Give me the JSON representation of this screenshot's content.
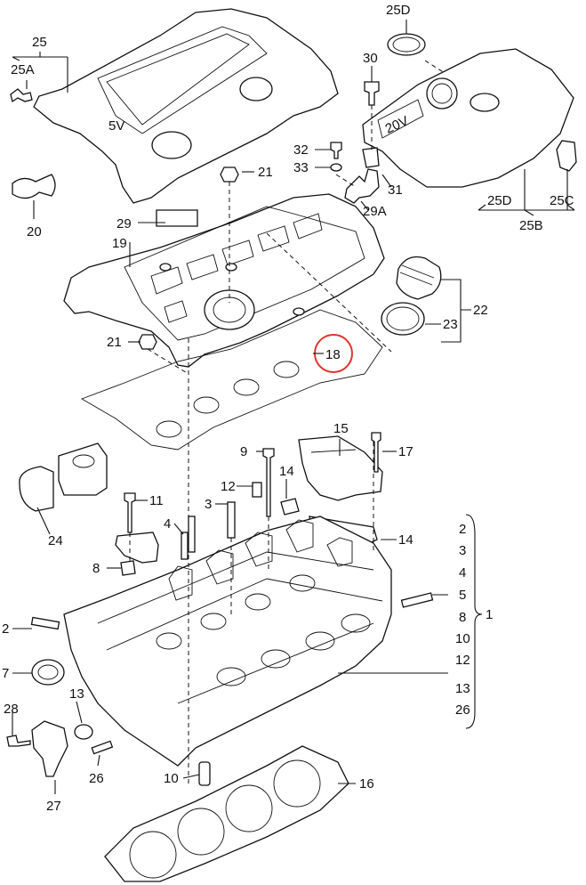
{
  "labels": {
    "p25": "25",
    "p25a": "25A",
    "p20": "20",
    "p29": "29",
    "p19": "19",
    "p21a": "21",
    "p21b": "21",
    "p25d_top": "25D",
    "p30": "30",
    "p32": "32",
    "p33": "33",
    "p31": "31",
    "p29a": "29A",
    "p25d_bot": "25D",
    "p25c": "25C",
    "p25b": "25B",
    "p22": "22",
    "p23": "23",
    "p18": "18",
    "p15": "15",
    "p9": "9",
    "p17": "17",
    "p14a": "14",
    "p14b": "14",
    "p12": "12",
    "p11": "11",
    "p3": "3",
    "p4": "4",
    "p24": "24",
    "p8": "8",
    "p2": "2",
    "p7": "7",
    "p13": "13",
    "p28": "28",
    "p26": "26",
    "p27": "27",
    "p10": "10",
    "p16": "16",
    "p1": "1",
    "r2": "2",
    "r3": "3",
    "r4": "4",
    "r5": "5",
    "r8": "8",
    "r10": "10",
    "r12": "12",
    "r13": "13",
    "r26": "26"
  },
  "cover_text": {
    "sv": "5V",
    "twenty_v": "20V"
  },
  "highlight": {
    "part": "18",
    "color": "#e0332b"
  }
}
